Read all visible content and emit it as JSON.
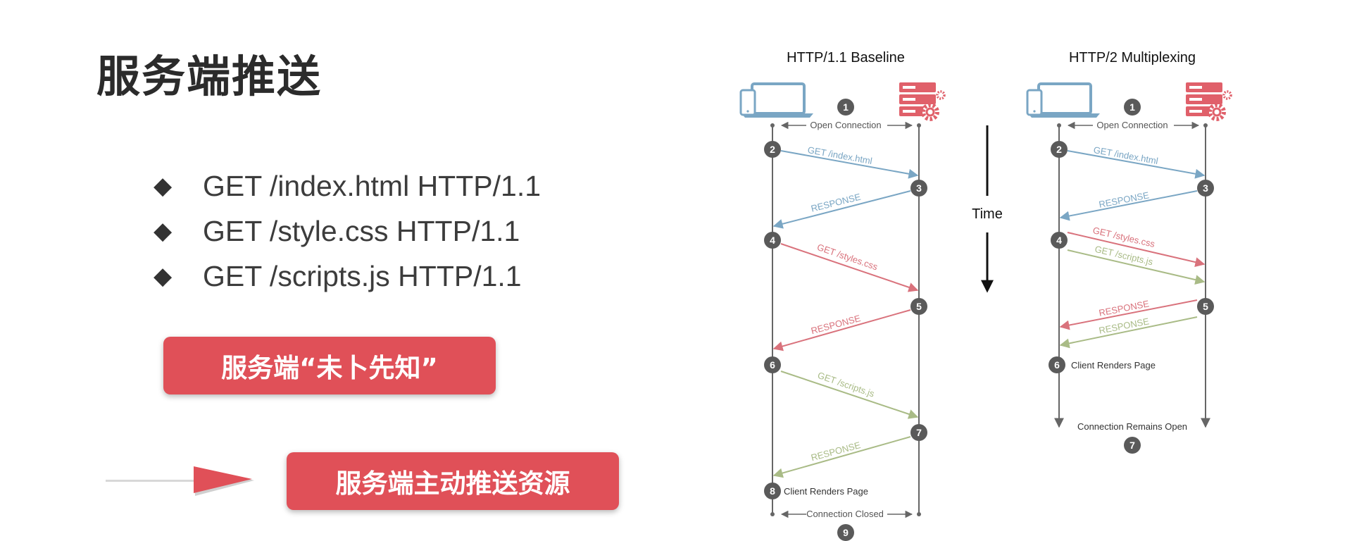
{
  "slide": {
    "title": "服务端推送",
    "bullets": [
      {
        "marker": "◆",
        "text": "GET /index.html HTTP/1.1"
      },
      {
        "marker": "◆",
        "text": "GET /style.css HTTP/1.1"
      },
      {
        "marker": "◆",
        "text": "GET /scripts.js HTTP/1.1"
      }
    ],
    "callout_1": "服务端“未卜先知”",
    "callout_2": "服务端主动推送资源"
  },
  "colors": {
    "accent_red": "#e05058",
    "line_gray": "#666666",
    "step_circle": "#5a5a5a",
    "blue": "#7aa6c4",
    "red": "#d9727c",
    "green": "#a9bb86",
    "server_red": "#e0606a"
  },
  "diagram": {
    "time_label": "Time",
    "left": {
      "title": "HTTP/1.1 Baseline",
      "open_label": "Open Connection",
      "messages": [
        "GET /index.html",
        "RESPONSE",
        "GET /styles.css",
        "RESPONSE",
        "GET /scripts.js",
        "RESPONSE"
      ],
      "steps": [
        "1",
        "2",
        "3",
        "4",
        "5",
        "6",
        "7",
        "8",
        "9"
      ],
      "render_label": "Client Renders Page",
      "close_label": "Connection Closed"
    },
    "right": {
      "title": "HTTP/2 Multiplexing",
      "open_label": "Open Connection",
      "messages": [
        "GET /index.html",
        "RESPONSE",
        "GET /styles.css",
        "GET /scripts.js",
        "RESPONSE",
        "RESPONSE"
      ],
      "steps": [
        "1",
        "2",
        "3",
        "4",
        "5",
        "6",
        "7"
      ],
      "render_label": "Client Renders Page",
      "remains_label": "Connection Remains Open"
    }
  }
}
